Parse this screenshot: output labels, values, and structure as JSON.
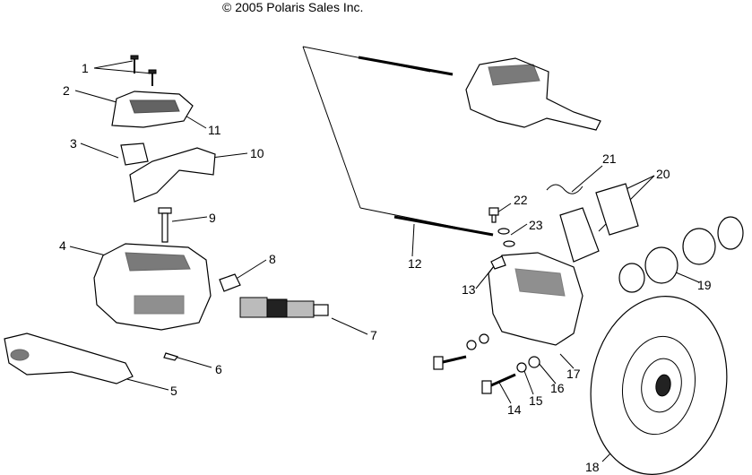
{
  "copyright": "© 2005 Polaris Sales Inc.",
  "callouts": [
    {
      "id": "1",
      "label": "1"
    },
    {
      "id": "2",
      "label": "2"
    },
    {
      "id": "3",
      "label": "3"
    },
    {
      "id": "4",
      "label": "4"
    },
    {
      "id": "5",
      "label": "5"
    },
    {
      "id": "6",
      "label": "6"
    },
    {
      "id": "7",
      "label": "7"
    },
    {
      "id": "8",
      "label": "8"
    },
    {
      "id": "9",
      "label": "9"
    },
    {
      "id": "10",
      "label": "10"
    },
    {
      "id": "11",
      "label": "11"
    },
    {
      "id": "12",
      "label": "12"
    },
    {
      "id": "13",
      "label": "13"
    },
    {
      "id": "14",
      "label": "14"
    },
    {
      "id": "15",
      "label": "15"
    },
    {
      "id": "16",
      "label": "16"
    },
    {
      "id": "17",
      "label": "17"
    },
    {
      "id": "18",
      "label": "18"
    },
    {
      "id": "19",
      "label": "19"
    },
    {
      "id": "20",
      "label": "20"
    },
    {
      "id": "21",
      "label": "21"
    },
    {
      "id": "22",
      "label": "22"
    },
    {
      "id": "23",
      "label": "23"
    }
  ]
}
